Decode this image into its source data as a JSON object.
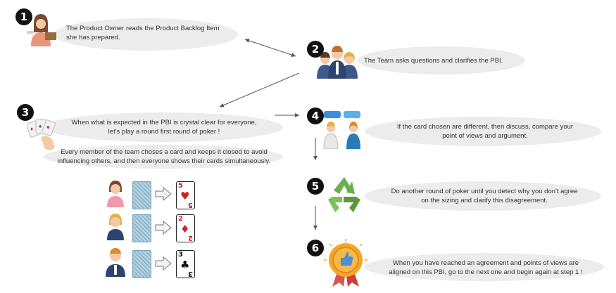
{
  "steps": [
    {
      "number": "1",
      "lines": [
        "The Product Owner reads the Product Backlog Item",
        "she has prepared."
      ]
    },
    {
      "number": "2",
      "lines": [
        "The Team asks questions and clarifies the PBI."
      ]
    },
    {
      "number": "3",
      "lines_a": [
        "When what is expected in the PBI is crystal clear for everyone,",
        "let's play a round first round of poker !"
      ],
      "lines_b": [
        "Every member of the team choses a card and keeps it closed to avoid",
        "influencing others, and then everyone shows their cards simultaneously."
      ]
    },
    {
      "number": "4",
      "lines": [
        "If the card chosen are different, then discuss, compare your",
        "point of views and argument."
      ]
    },
    {
      "number": "5",
      "lines": [
        "Do another round of poker until you detect why you don't agree",
        "on the sizing and clarify this disagreement."
      ]
    },
    {
      "number": "6",
      "lines": [
        "When you have reached an agreement and points of views are",
        "aligned on this PBI, go to the next one and begin again at step 1 !"
      ]
    }
  ],
  "cards": [
    {
      "rank": "5",
      "suit": "♥",
      "color": "#d0202a"
    },
    {
      "rank": "2",
      "suit": "♦",
      "color": "#d0202a"
    },
    {
      "rank": "3",
      "suit": "♣",
      "color": "#111111"
    }
  ],
  "icons": [
    "product-owner-icon",
    "team-icon",
    "poker-cards-icon",
    "discussion-icon",
    "recycle-icon",
    "badge-icon"
  ],
  "colors": {
    "bubble": "#ececec",
    "badge": "#111111",
    "recycle": "#6ab04c",
    "medal": "#f5a623"
  }
}
